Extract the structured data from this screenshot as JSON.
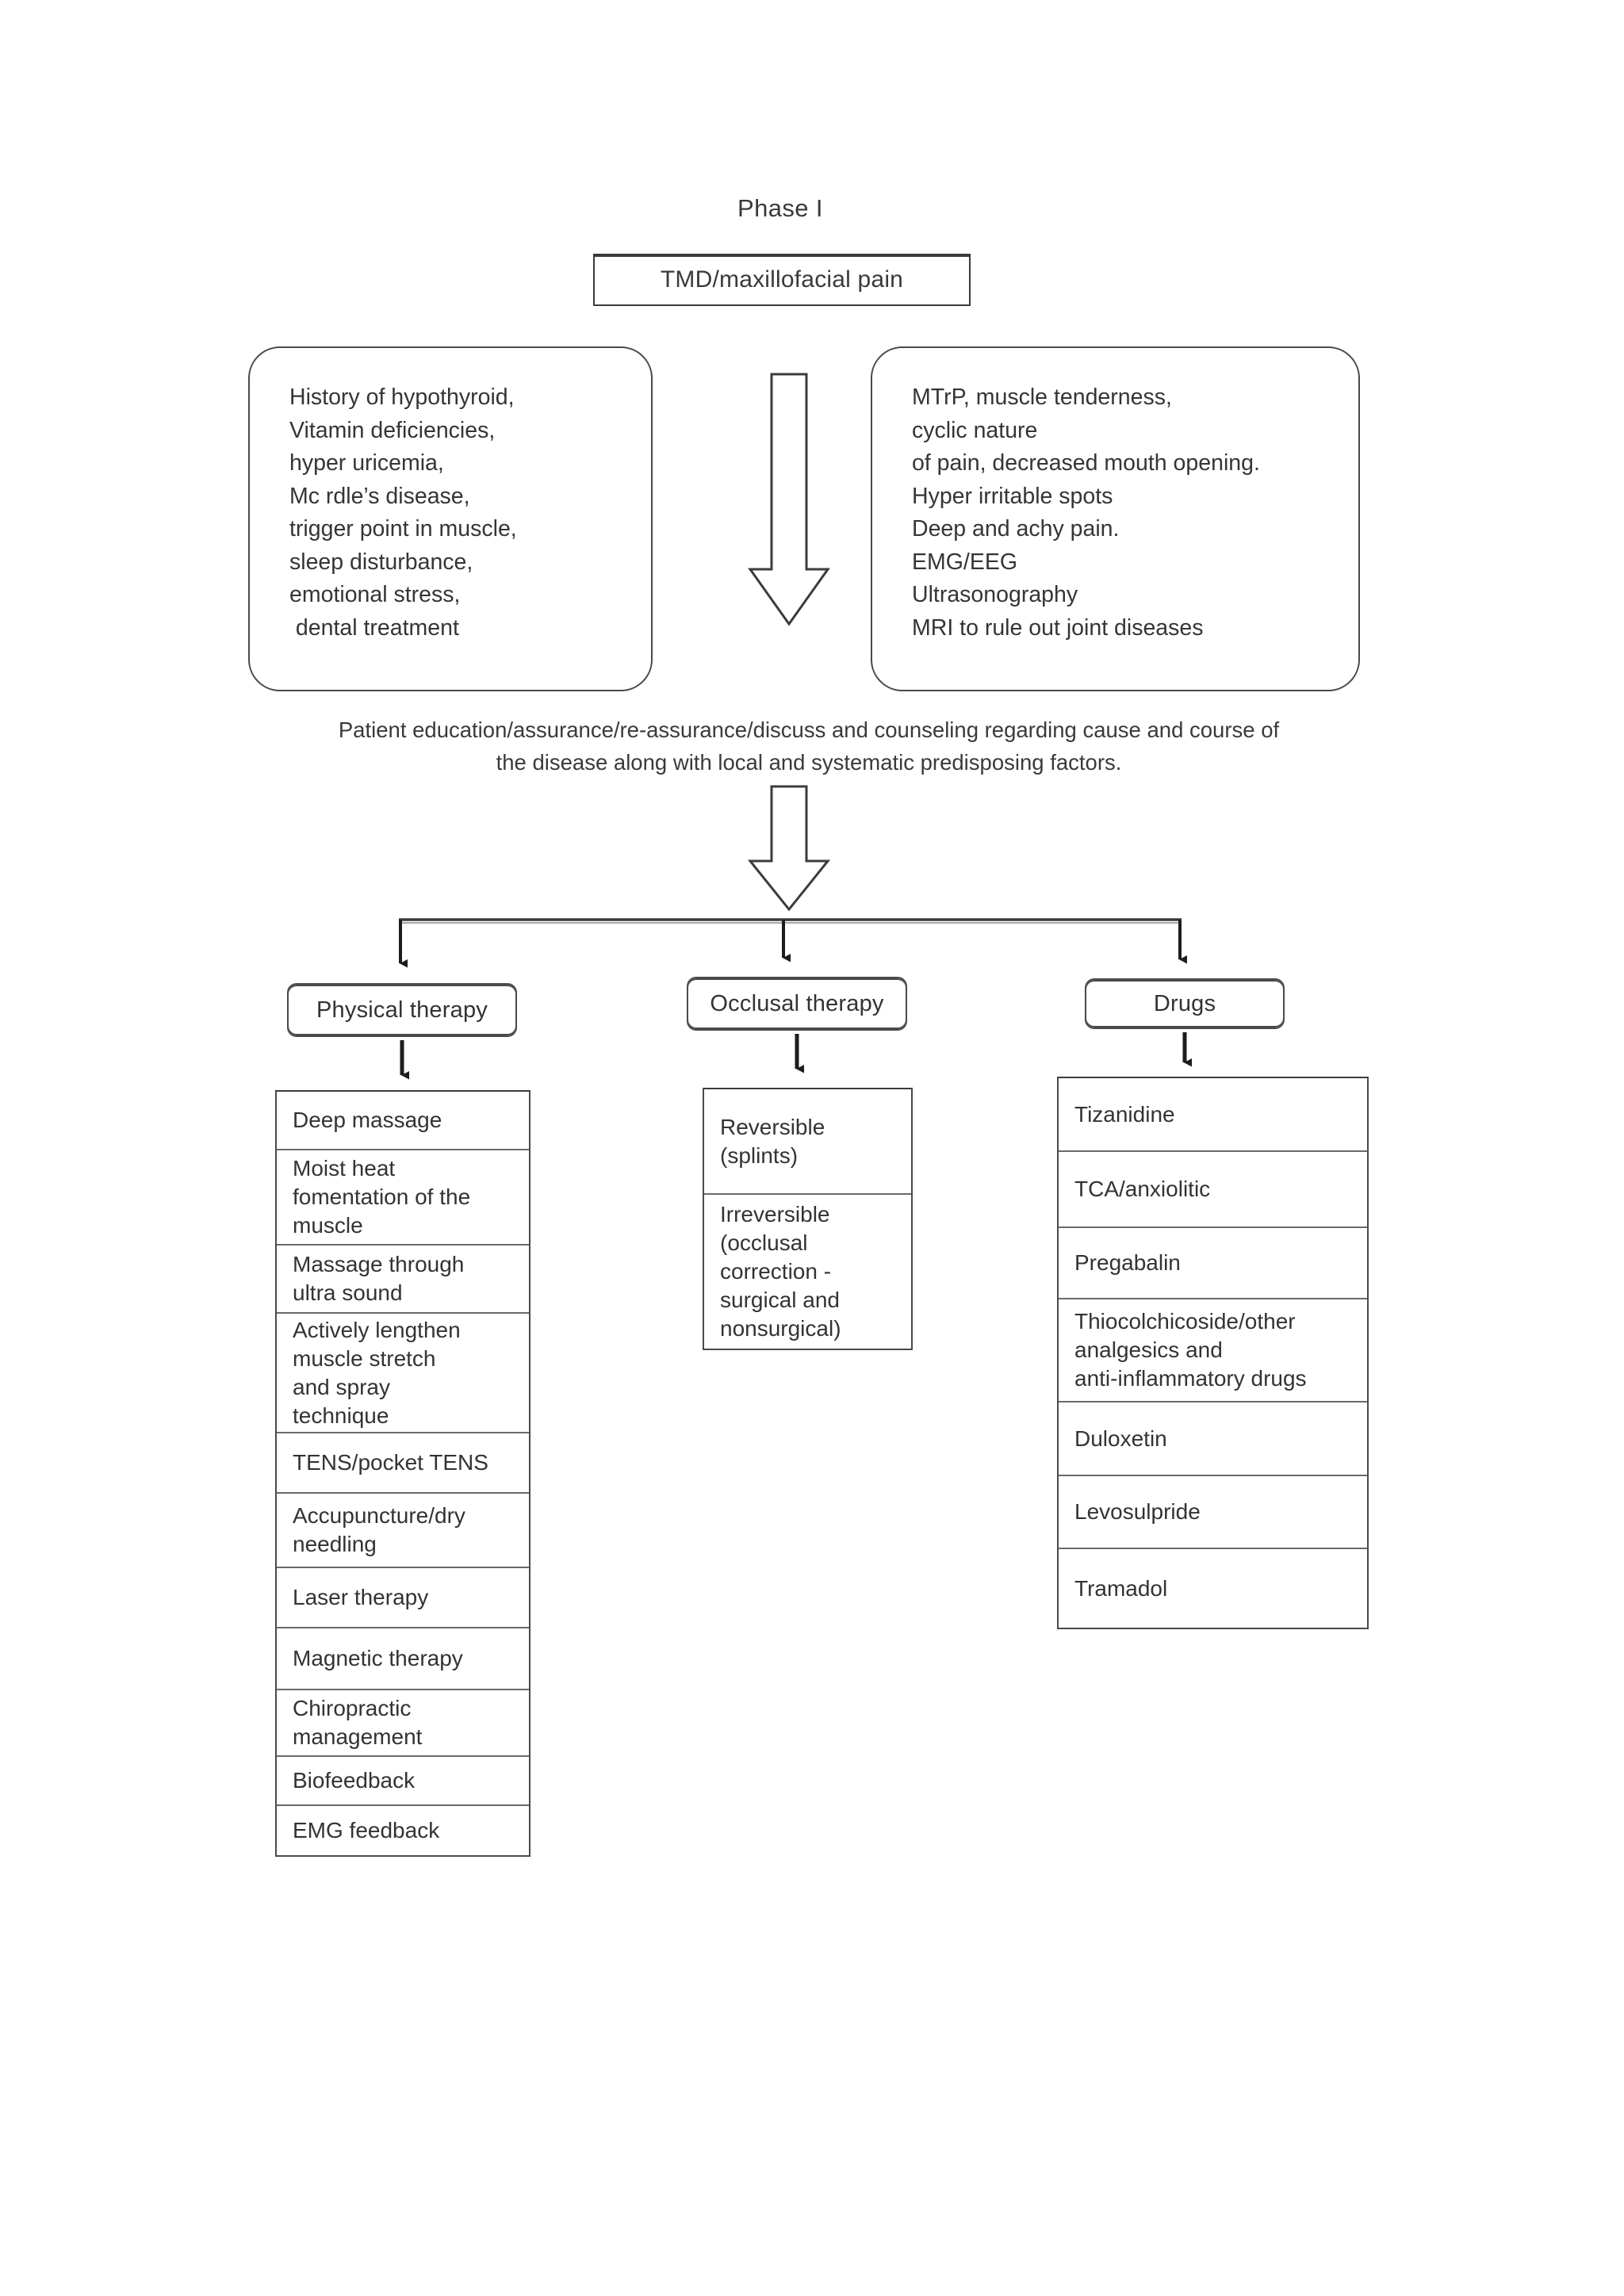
{
  "diagram": {
    "phase_label": "Phase I",
    "root_box": "TMD/maxillofacial pain",
    "history_panel": {
      "title": "history-findings",
      "lines": [
        "History of hypothyroid,",
        "Vitamin deficiencies,",
        "hyper uricemia,",
        "Mc rdle’s disease,",
        "trigger point in muscle,",
        "sleep disturbance,",
        "emotional stress,",
        " dental treatment"
      ]
    },
    "clinical_panel": {
      "title": "clinical-investigation-findings",
      "lines": [
        "MTrP, muscle tenderness,",
        "cyclic nature",
        "of pain, decreased mouth opening.",
        "Hyper irritable spots",
        "Deep and achy pain.",
        "EMG/EEG",
        "Ultrasonography",
        "MRI to rule out joint diseases"
      ]
    },
    "education_caption": [
      "Patient education/assurance/re-assurance/discuss and counseling regarding cause and course of",
      "the disease along with local and systematic predisposing factors."
    ],
    "branches": [
      {
        "key": "physical-therapy",
        "label": "Physical therapy",
        "items": [
          {
            "text": "Deep massage",
            "height": 74
          },
          {
            "text": "Moist heat\nfomentation of the\nmuscle",
            "height": 120
          },
          {
            "text": "Massage through\nultra sound",
            "height": 86
          },
          {
            "text": "Actively lengthen\nmuscle stretch\nand spray\ntechnique",
            "height": 151
          },
          {
            "text": "TENS/pocket TENS",
            "height": 76
          },
          {
            "text": "Accupuncture/dry\nneedling",
            "height": 94
          },
          {
            "text": "Laser therapy",
            "height": 76
          },
          {
            "text": "Magnetic therapy",
            "height": 78
          },
          {
            "text": "Chiropractic\nmanagement",
            "height": 84
          },
          {
            "text": "Biofeedback",
            "height": 62
          },
          {
            "text": "EMG feedback",
            "height": 62
          }
        ]
      },
      {
        "key": "occlusal-therapy",
        "label": "Occlusal therapy",
        "items": [
          {
            "text": "Reversible\n(splints)",
            "height": 133
          },
          {
            "text": "Irreversible\n(occlusal\ncorrection -\nsurgical and\nnonsurgical)",
            "height": 194
          }
        ]
      },
      {
        "key": "drugs",
        "label": "Drugs",
        "items": [
          {
            "text": "Tizanidine",
            "height": 93
          },
          {
            "text": "TCA/anxiolitic",
            "height": 96
          },
          {
            "text": "Pregabalin",
            "height": 90
          },
          {
            "text": "Thiocolchicoside/other\nanalgesics and\nanti-inflammatory drugs",
            "height": 130
          },
          {
            "text": "Duloxetin",
            "height": 93
          },
          {
            "text": "Levosulpride",
            "height": 92
          },
          {
            "text": "Tramadol",
            "height": 99
          }
        ]
      }
    ],
    "colors": {
      "stroke": "#3a3a3a",
      "text": "#333333",
      "background": "#ffffff"
    }
  }
}
